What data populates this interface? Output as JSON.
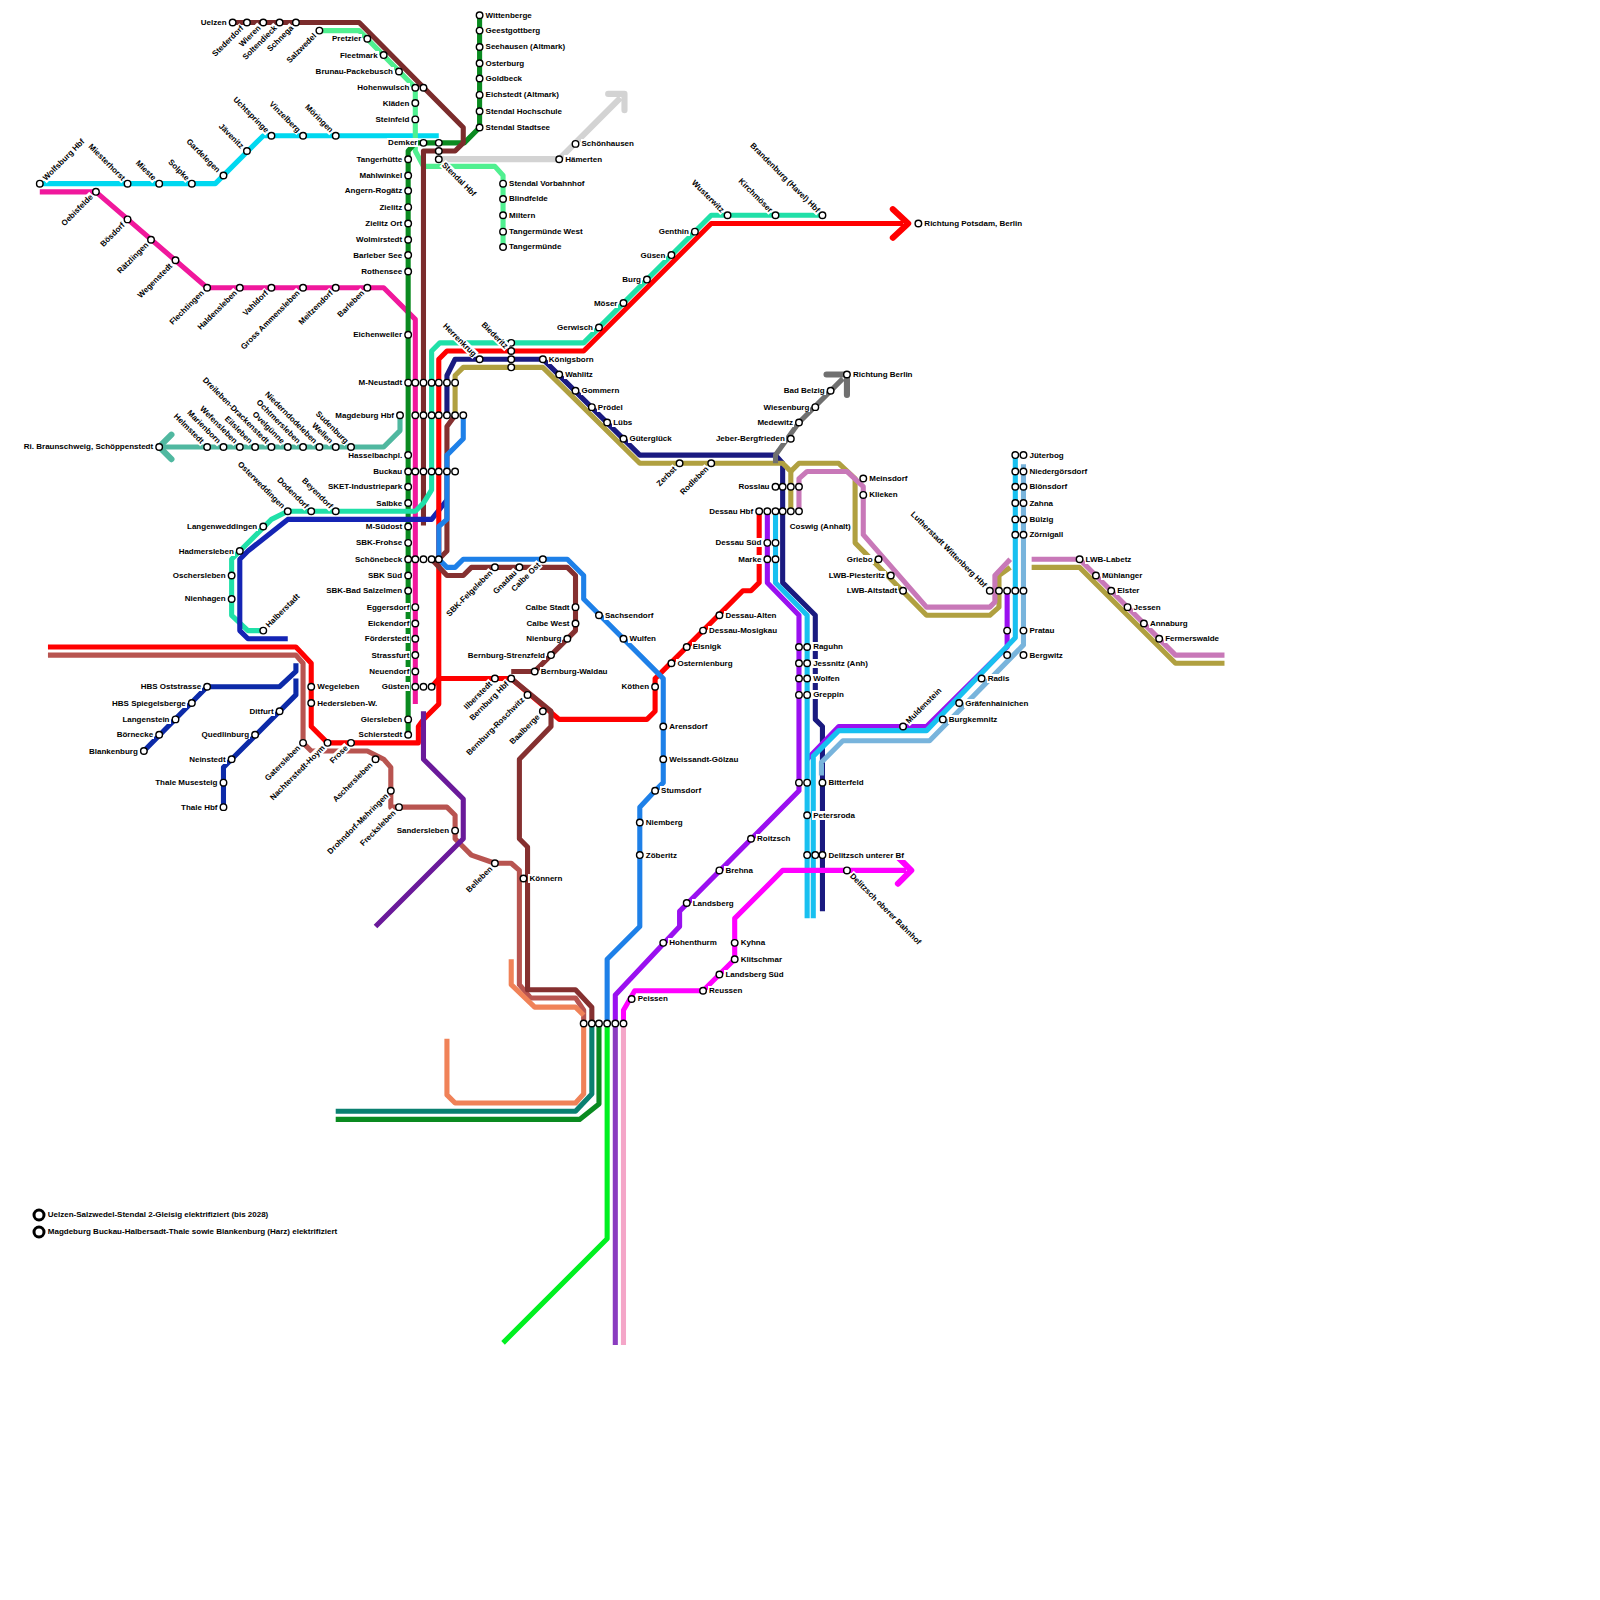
{
  "diagram": {
    "labels": [
      "Uelzen",
      "Stederdorf",
      "Wieren",
      "Soltendieck",
      "Schnega",
      "Salzwedel",
      "Pretzier",
      "Fleetmark",
      "Brunau-Packebusch",
      "Hohenwulsch",
      "Kläden",
      "Steinfeld",
      "Demker",
      "Wittenberge",
      "Geestgottberg",
      "Seehausen (Altmark)",
      "Osterburg",
      "Goldbeck",
      "Eichstedt (Altmark)",
      "Stendal Hochschule",
      "Stendal Stadtsee",
      "Schönhausen",
      "Hämerten",
      "Stendal Hbf",
      "Stendal Vorbahnhof",
      "Blindfelde",
      "Miltern",
      "Tangermünde West",
      "Tangermünde",
      "Tangerhütte",
      "Mahlwinkel",
      "Angern-Rogätz",
      "Zielitz",
      "Zielitz Ort",
      "Wolmirstedt",
      "Barleber See",
      "Rothensee",
      "Wolfsburg Hbf",
      "Miesterhorst",
      "Mieste",
      "Solpke",
      "Gardelegen",
      "Jävenitz",
      "Uchtspringe",
      "Vinzelberg",
      "Möringen",
      "Oebisfelde",
      "Bösdorf",
      "Rätzlingen",
      "Wegenstedt",
      "Flechtingen",
      "Haldensleben",
      "Vahldorf",
      "Gross Ammensleben",
      "Meitzendorf",
      "Barleben",
      "Eichenweiler",
      "M-Neustadt",
      "Magdeburg Hbf",
      "Hasselbachpl.",
      "Buckau",
      "SKET-Industriepark",
      "Salbke",
      "M-Südost",
      "SBK-Frohse",
      "Schönebeck",
      "SBK Süd",
      "SBK-Bad Salzelmen",
      "Eggersdorf",
      "Eickendorf",
      "Förderstedt",
      "Strassfurt",
      "Neuendorf",
      "Güsten",
      "Giersleben",
      "Schierstedt",
      "Ri. Braunschweig, Schöppenstedt",
      "Helmstedt",
      "Marienborn",
      "Wefensleben",
      "Eilsleben",
      "Dreileben-Drackenstedt",
      "Ovelgünne",
      "Ochtmersleben",
      "Niederndodeleben",
      "Wellen",
      "Sudenburg",
      "Osterweddingen",
      "Dodendorf",
      "Beyendorf",
      "Langenweddingen",
      "Hadmersleben",
      "Oschersleben",
      "Nienhagen",
      "Halberstadt",
      "HBS Oststrasse",
      "HBS Spiegelsberge",
      "Langenstein",
      "Börnecke",
      "Blankenburg",
      "Ditfurt",
      "Quedlinburg",
      "Neinstedt",
      "Thale Musesteig",
      "Thale Hbf",
      "Wegeleben",
      "Hedersleben-W.",
      "Gatersleben",
      "Nachterstedt-Hoym",
      "Frose",
      "Aschersleben",
      "Drohndorf-Mehringen",
      "Frecksleben",
      "Sandersleben",
      "Belleben",
      "Könnern",
      "Ilberstedt",
      "Bernburg Hbf",
      "Bernburg-Strenzfeld",
      "Bernburg-Waldau",
      "Bernburg-Roschwitz",
      "Baalberge",
      "SBK-Felgeleben",
      "Gnadau",
      "Calbe Ost",
      "Calbe Stadt",
      "Calbe West",
      "Nienburg",
      "Sachsendorf",
      "Wulfen",
      "Köthen",
      "Arensdorf",
      "Weissandt-Gölzau",
      "Stumsdorf",
      "Niemberg",
      "Zöberitz",
      "Peissen",
      "Osternienburg",
      "Elsnigk",
      "Dessau-Mosigkau",
      "Dessau-Alten",
      "Herrenkrug",
      "Biederitz",
      "Königsborn",
      "Wahlitz",
      "Gommern",
      "Prödel",
      "Lübs",
      "Güterglück",
      "Zerbst",
      "Rodleben",
      "Gerwisch",
      "Möser",
      "Burg",
      "Güsen",
      "Genthin",
      "Wusterwitz",
      "Kirchmöser",
      "Brandenburg (Havel) Hbf",
      "Richtung Potsdam, Berlin",
      "Bad Belzig",
      "Wiesenburg",
      "Medewitz",
      "Jeber-Bergfrieden",
      "Richtung Berlin",
      "Rosslau",
      "Dessau Hbf",
      "Dessau Süd",
      "Marke",
      "Coswig (Anhalt)",
      "Meinsdorf",
      "Klieken",
      "Griebo",
      "LWB-Piesteritz",
      "LWB-Altstadt",
      "Lutherstadt Wittenberg Hbf",
      "Pratau",
      "Bergwitz",
      "Radis",
      "Gräfenhainichen",
      "Burgkemnitz",
      "Muldenstein",
      "Raguhn",
      "Jessnitz (Anh)",
      "Wolfen",
      "Greppin",
      "Bitterfeld",
      "Petersroda",
      "Delitzsch unterer Bf",
      "Delitzsch oberer Bahnhof",
      "Roitzsch",
      "Brehna",
      "Landsberg",
      "Hohenthurm",
      "Kyhna",
      "Klitschmar",
      "Landsberg Süd",
      "Reussen",
      "Jüterbog",
      "Niedergörsdorf",
      "Blönsdorf",
      "Zahna",
      "Bülzig",
      "Zörnigall",
      "LWB-Labetz",
      "Mühlanger",
      "Elster",
      "Jessen",
      "Annaburg",
      "Fermerswalde"
    ],
    "legend": [
      {
        "text": "Uelzen-Salzwedel-Stendal 2-Gleisig elektrifiziert (bis 2028)"
      },
      {
        "text": "Magdeburg Buckau-Halbersadt-Thale sowie Blankenburg (Harz) elektrifiziert"
      }
    ]
  }
}
